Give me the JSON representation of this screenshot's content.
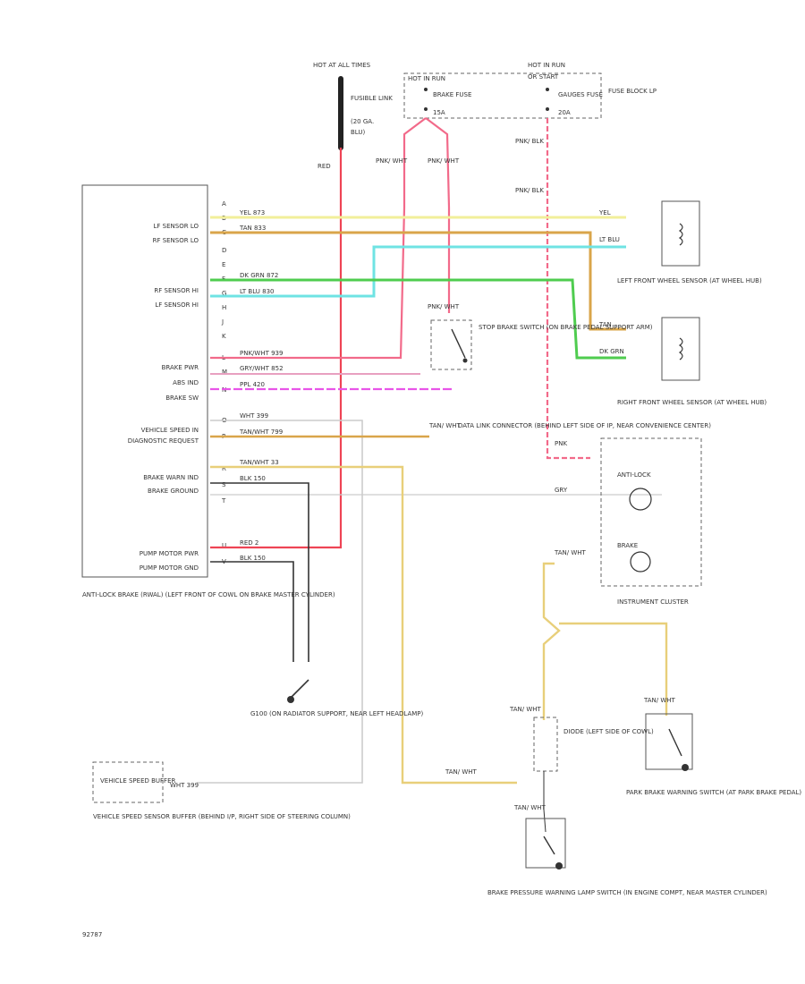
{
  "colors": {
    "yel": "#f2ef9a",
    "tan": "#d9a54a",
    "ltblu": "#6fe3e3",
    "dkgrn": "#4fcc4f",
    "pnk": "#f26a8a",
    "ppl": "#e855e8",
    "wht": "#cccccc",
    "tanwht": "#e8cf7a",
    "blk": "#333333",
    "red": "#ee4455"
  },
  "power": {
    "hot_all_times": "HOT AT ALL TIMES",
    "fusible_link": "FUSIBLE LINK",
    "fusible_size": "(20 GA.",
    "fusible_color": "BLU)",
    "hot_run_left": "HOT IN RUN",
    "hot_run_right": "HOT IN RUN",
    "accessory": "OR START",
    "brake_fuse": "BRAKE FUSE",
    "brake_fuse_amp": "15A",
    "gauges_fuse": "GAUGES FUSE",
    "gauges_fuse_amp": "20A",
    "fuse_block": "FUSE BLOCK LP",
    "red_label": "RED"
  },
  "abs_module": {
    "label": "ANTI-LOCK BRAKE (RWAL) (LEFT FRONT OF COWL ON BRAKE MASTER CYLINDER)",
    "pins": [
      "LF SENSOR LO",
      "RF SENSOR LO",
      "RF SENSOR HI",
      "LF SENSOR HI",
      "BRAKE PWR",
      "ABS IND",
      "BRAKE SW",
      "VEHICLE SPEED IN",
      "DIAGNOSTIC REQUEST",
      "BRAKE WARN IND",
      "BRAKE GROUND",
      "PUMP MOTOR PWR",
      "PUMP MOTOR GND"
    ],
    "wire_labels": [
      "YEL 873",
      "TAN 833",
      "DK GRN 872",
      "LT BLU 830",
      "PNK/WHT 939",
      "GRY/WHT 852",
      "PPL 420",
      "WHT 399",
      "TAN/WHT 799",
      "TAN/WHT 33",
      "BLK 150",
      "RED 2",
      "BLK 150"
    ]
  },
  "sensors": {
    "lf": "LEFT FRONT WHEEL SENSOR (AT WHEEL HUB)",
    "rf": "RIGHT FRONT WHEEL SENSOR (AT WHEEL HUB)",
    "lf_wire1": "YEL",
    "lf_wire2": "LT BLU",
    "rf_wire1": "TAN",
    "rf_wire2": "DK GRN"
  },
  "brake_switch": {
    "label": "STOP BRAKE SWITCH (ON BRAKE PEDAL SUPPORT ARM)",
    "wire": "PNK/ WHT"
  },
  "data_link": {
    "label": "DATA LINK CONNECTOR (BEHIND LEFT SIDE OF IP, NEAR CONVENIENCE CENTER)",
    "wire": "TAN/ WHT"
  },
  "cluster": {
    "label": "INSTRUMENT CLUSTER",
    "antilock": "ANTI-LOCK",
    "brake": "BRAKE",
    "pnk_wire": "PNK",
    "gry_wire": "GRY",
    "tan_wire": "TAN/ WHT"
  },
  "ground": {
    "label": "G100 (ON RADIATOR SUPPORT, NEAR LEFT HEADLAMP)"
  },
  "vss": {
    "title": "VEHICLE SPEED BUFFER",
    "label": "VEHICLE SPEED SENSOR BUFFER (BEHIND I/P, RIGHT SIDE OF STEERING COLUMN)",
    "wire": "WHT 399"
  },
  "diode": {
    "label": "DIODE (LEFT SIDE OF COWL)",
    "wire": "TAN/ WHT"
  },
  "park_switch": {
    "label": "PARK BRAKE WARNING SWITCH (AT PARK BRAKE PEDAL)",
    "wire": "TAN/ WHT"
  },
  "pressure_switch": {
    "label": "BRAKE PRESSURE WARNING LAMP SWITCH (IN ENGINE COMPT, NEAR MASTER CYLINDER)",
    "wire": "TAN/ WHT"
  },
  "misc": {
    "pnk_blk": "PNK/ BLK",
    "pnk_wht": "PNK/ WHT",
    "tan_wht": "TAN/ WHT",
    "figure_id": "92787"
  }
}
